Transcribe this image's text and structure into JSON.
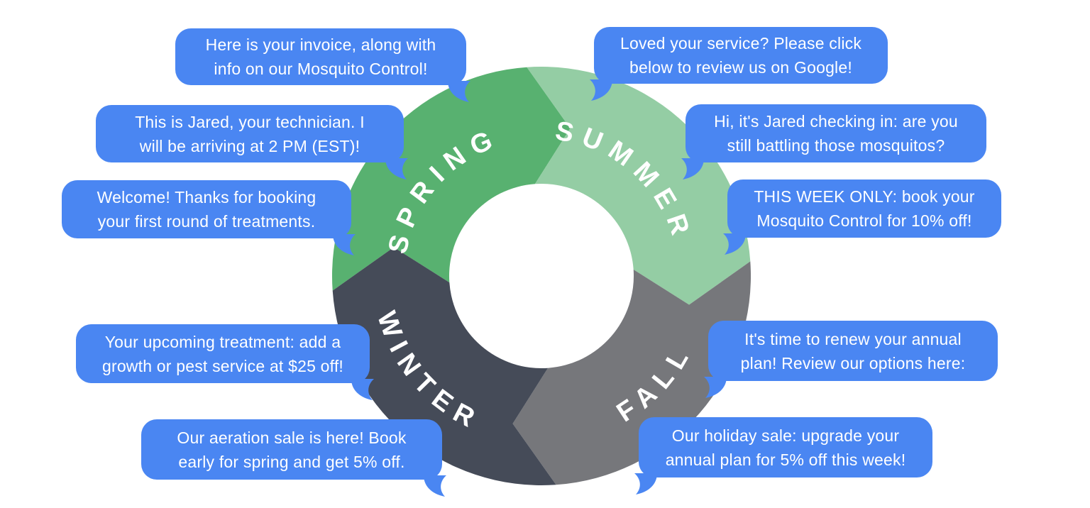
{
  "colors": {
    "bubble": "#4A86F2",
    "bubble_text": "#FFFFFF",
    "season_text": "#FFFFFF",
    "background": "#FFFFFF"
  },
  "cycle": {
    "type": "seasonal-cycle-ring",
    "segments": [
      {
        "label": "SPRING",
        "color": "#58B170"
      },
      {
        "label": "SUMMER",
        "color": "#94CDA4"
      },
      {
        "label": "FALL",
        "color": "#76777B"
      },
      {
        "label": "WINTER",
        "color": "#454B58"
      }
    ]
  },
  "messages": {
    "left": [
      {
        "lines": [
          "Here is your invoice, along with",
          "info on our Mosquito Control!"
        ]
      },
      {
        "lines": [
          "This is Jared, your technician. I",
          "will be arriving at 2 PM (EST)!"
        ]
      },
      {
        "lines": [
          "Welcome! Thanks for booking",
          "your first round of treatments."
        ]
      },
      {
        "lines": [
          "Your upcoming treatment: add a",
          "growth or pest service at $25 off!"
        ]
      },
      {
        "lines": [
          "Our aeration sale is here! Book",
          "early for spring and get 5% off."
        ]
      }
    ],
    "right": [
      {
        "lines": [
          "Loved your service? Please click",
          "below to review us on Google!"
        ]
      },
      {
        "lines": [
          "Hi, it's Jared checking in: are you",
          "still battling those mosquitos?"
        ]
      },
      {
        "lines": [
          "THIS WEEK ONLY: book your",
          "Mosquito Control for 10% off!"
        ]
      },
      {
        "lines": [
          "It's time to renew your annual",
          "plan! Review our options here:"
        ]
      },
      {
        "lines": [
          "Our holiday sale: upgrade your",
          "annual plan for 5% off this week!"
        ]
      }
    ]
  }
}
